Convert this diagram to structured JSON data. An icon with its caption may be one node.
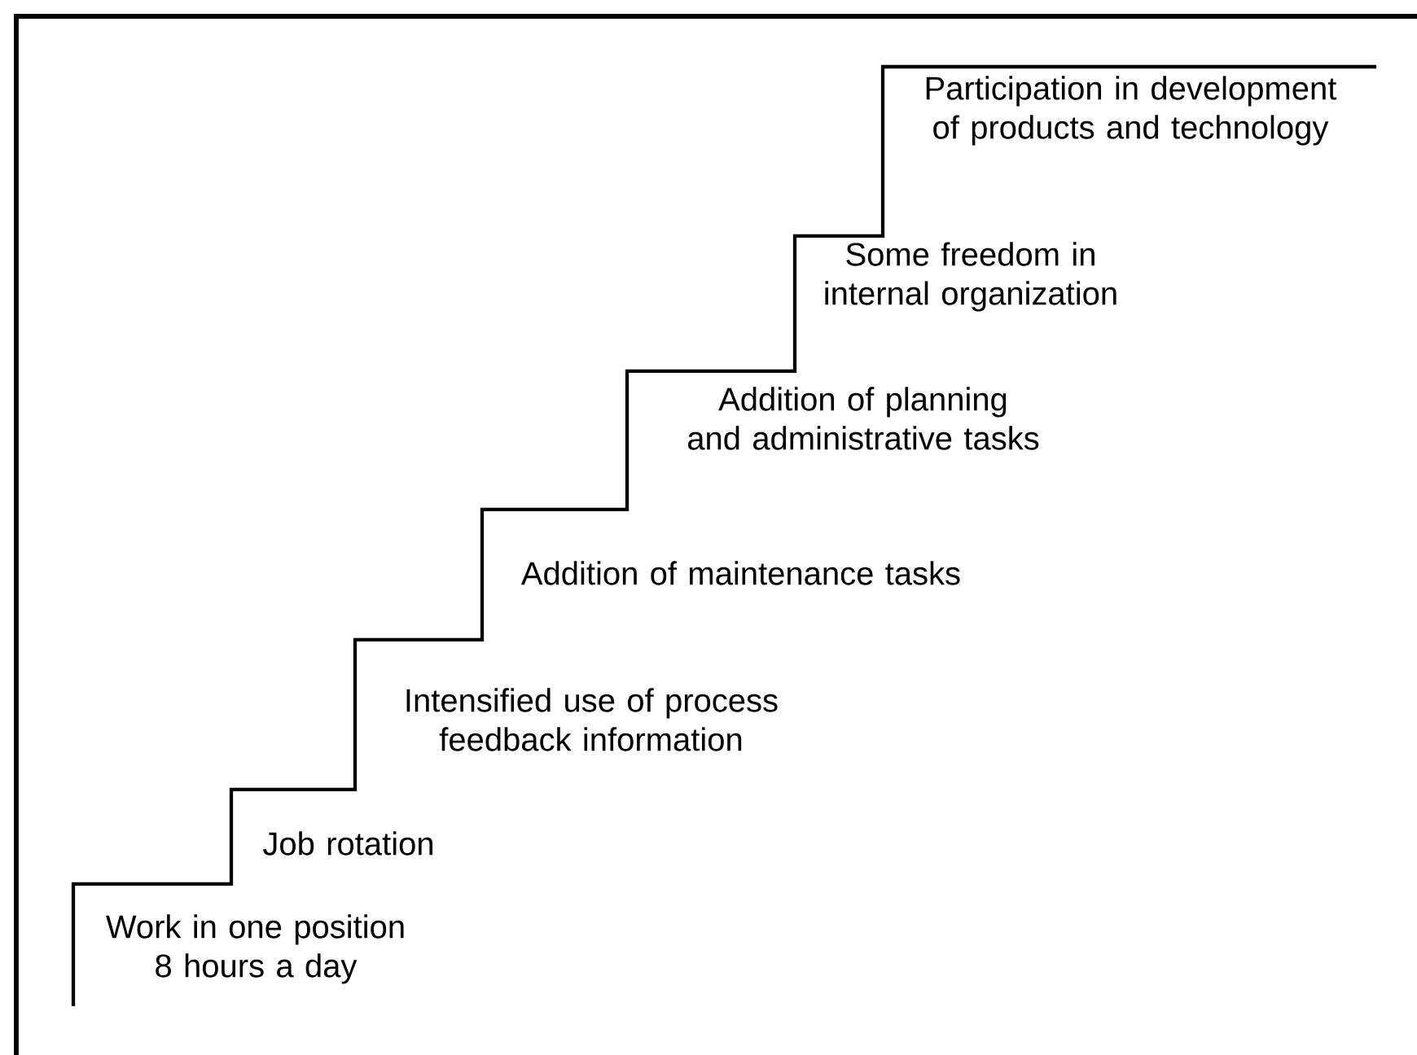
{
  "diagram": {
    "labels": [
      "Participation in development of products and technology",
      "Some freedom in internal organization",
      "Addition of planning and administrative tasks",
      "Addition of maintenance tasks",
      "Intensified use of process feedback information",
      "Job rotation",
      "Work in one position 8 hours a day"
    ]
  }
}
